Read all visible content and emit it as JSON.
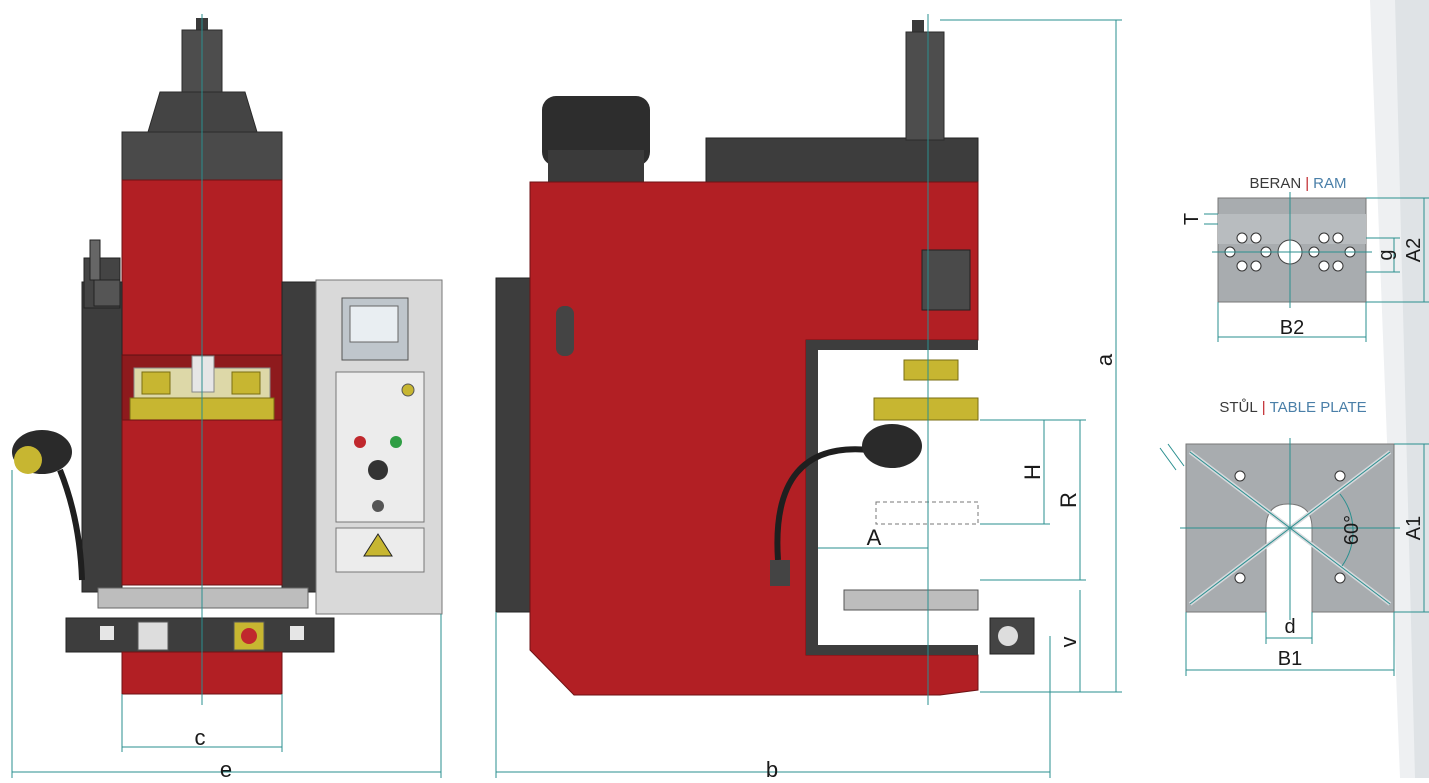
{
  "colors": {
    "frame_red": "#b21f24",
    "steel_gray": "#4a4a4a",
    "brass_yellow": "#c7b631",
    "panel_gray": "#d9d9d9",
    "plate_gray": "#a8acaf",
    "dimension_teal": "#2a8f8f",
    "caption_red": "#c0282d",
    "caption_blue": "#4a7fa8"
  },
  "front_view": {
    "dim_c": "c",
    "dim_e": "e"
  },
  "side_view": {
    "dim_a": "a",
    "dim_b": "b",
    "dim_H": "H",
    "dim_R": "R",
    "dim_A": "A",
    "dim_v": "v"
  },
  "ram": {
    "caption_cs": "BERAN",
    "separator": "|",
    "caption_en": "RAM",
    "dim_T": "T",
    "dim_g": "g",
    "dim_A2": "A2",
    "dim_B2": "B2"
  },
  "table_plate": {
    "caption_cs": "STŮL",
    "separator": "|",
    "caption_en": "TABLE PLATE",
    "dim_A1": "A1",
    "dim_B1": "B1",
    "dim_d": "d",
    "angle": "60°"
  }
}
